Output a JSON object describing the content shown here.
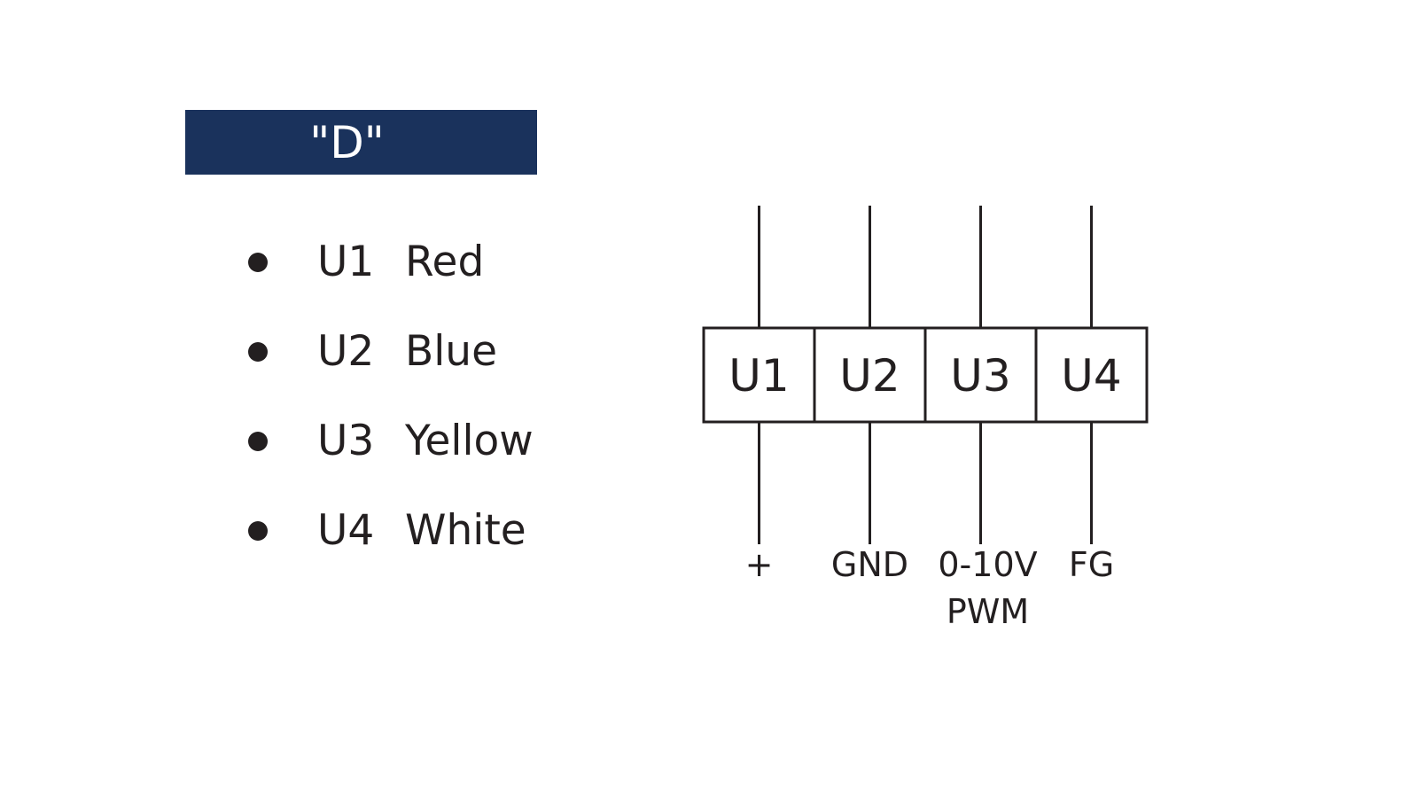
{
  "header": {
    "title": "\"D\"",
    "background_color": "#1a325c"
  },
  "legend": {
    "bullet_color": "#231f20",
    "items": [
      {
        "code": "U1",
        "color_name": "Red"
      },
      {
        "code": "U2",
        "color_name": "Blue"
      },
      {
        "code": "U3",
        "color_name": "Yellow"
      },
      {
        "code": "U4",
        "color_name": "White"
      }
    ]
  },
  "connector": {
    "line_color": "#231f20",
    "terminals": [
      {
        "label": "U1",
        "signal": [
          "+"
        ]
      },
      {
        "label": "U2",
        "signal": [
          "GND"
        ]
      },
      {
        "label": "U3",
        "signal": [
          "0-10V",
          "PWM"
        ]
      },
      {
        "label": "U4",
        "signal": [
          "FG"
        ]
      }
    ]
  }
}
